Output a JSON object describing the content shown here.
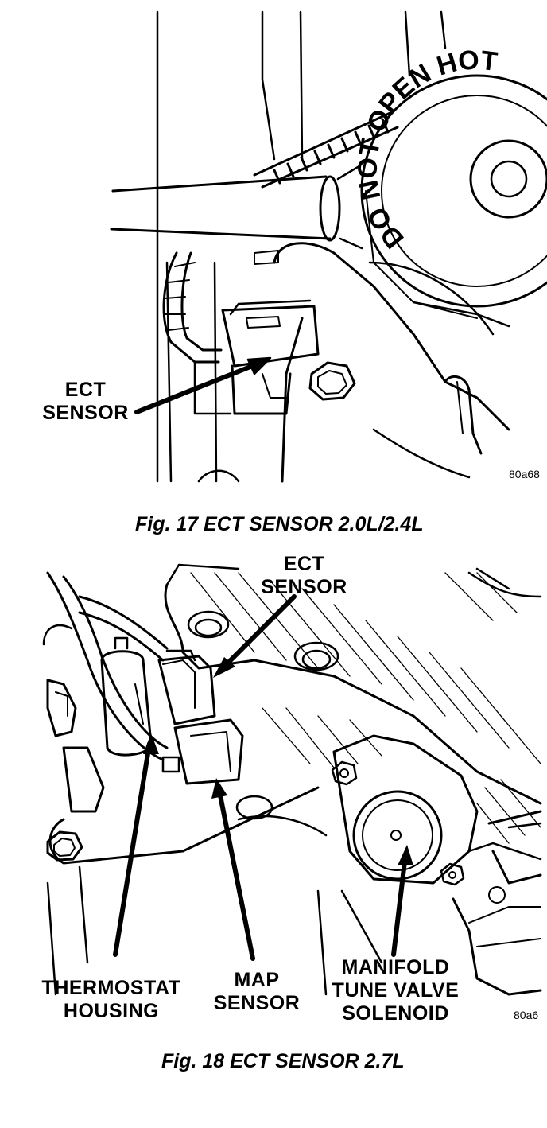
{
  "fig17": {
    "label_ect": [
      "ECT",
      "SENSOR"
    ],
    "cap_text": "DO NOT OPEN HOT",
    "code": "80a68",
    "caption": "Fig. 17 ECT SENSOR 2.0L/2.4L"
  },
  "fig18": {
    "label_ect": [
      "ECT",
      "SENSOR"
    ],
    "label_thermostat": [
      "THERMOSTAT",
      "HOUSING"
    ],
    "label_map": [
      "MAP",
      "SENSOR"
    ],
    "label_solenoid": [
      "MANIFOLD",
      "TUNE VALVE",
      "SOLENOID"
    ],
    "code": "80a6",
    "caption": "Fig. 18 ECT SENSOR 2.7L"
  }
}
